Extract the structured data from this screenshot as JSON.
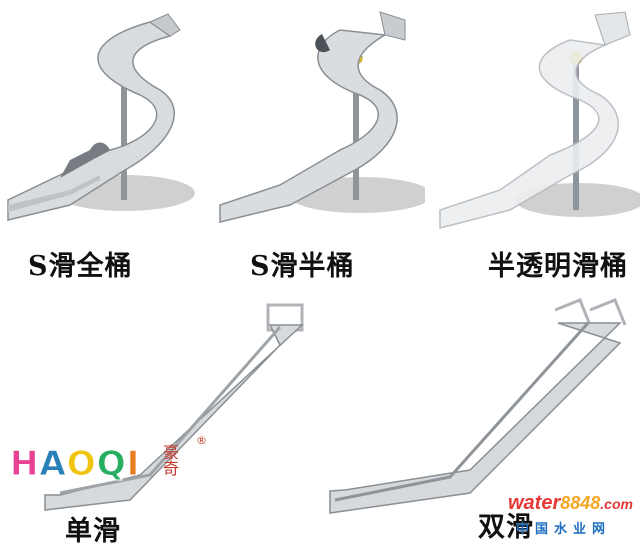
{
  "captions": {
    "s_full_tube": "S滑全桶",
    "s_half_tube": "S滑半桶",
    "translucent_tube": "半透明滑桶",
    "single_slide": "单滑",
    "double_slide": "双滑"
  },
  "logo": {
    "letters": [
      "H",
      "A",
      "O",
      "Q",
      "I"
    ],
    "colors": [
      "#e84393",
      "#2980b9",
      "#f1c40f",
      "#27ae60",
      "#e67e22"
    ],
    "cn": "豪奇",
    "reg": "®"
  },
  "watermark": {
    "brand": "water",
    "number": "8848",
    "suffix": ".com",
    "sub": "中国水业网"
  },
  "colors": {
    "slide_fill": "#d6d9dc",
    "slide_edge": "#8a8f94",
    "shadow": "#cfcfcf",
    "pole": "#9aa0a6",
    "ball": "#f2d21b"
  },
  "icons": [
    "s-full-tube-slide-illustration",
    "s-half-tube-slide-illustration",
    "translucent-tube-slide-illustration",
    "single-straight-slide-illustration",
    "double-straight-slide-illustration"
  ]
}
